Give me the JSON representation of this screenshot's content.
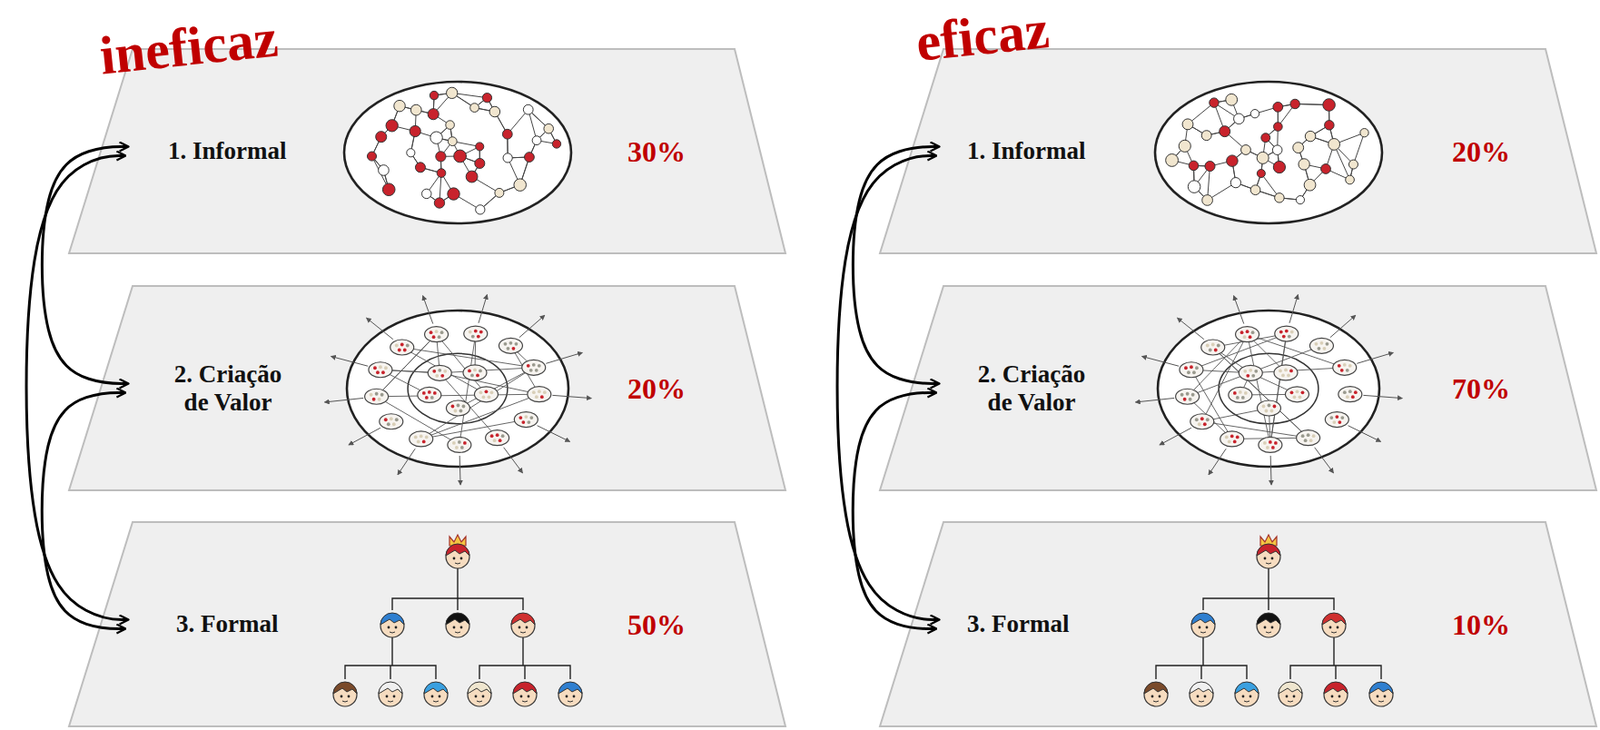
{
  "diagram": {
    "nodes": [
      {
        "text": [
          "1. Informal",
          "30%"
        ]
      },
      {
        "text": [
          "2. Criação de Valor",
          "20%"
        ]
      },
      {
        "text": [
          "3. Formal",
          "50%"
        ]
      },
      {
        "text": [
          "1. Informal",
          "20%"
        ]
      },
      {
        "text": [
          "2. Criação de Valor",
          "70%"
        ]
      },
      {
        "text": [
          "3. Formal",
          "10%"
        ]
      }
    ],
    "edges": [
      {
        "from": 0,
        "to": 1,
        "arrow": "both"
      },
      {
        "from": 0,
        "to": 2,
        "arrow": "both"
      },
      {
        "from": 1,
        "to": 2,
        "arrow": "both"
      },
      {
        "from": 3,
        "to": 4,
        "arrow": "both"
      },
      {
        "from": 3,
        "to": 5,
        "arrow": "both"
      },
      {
        "from": 4,
        "to": 5,
        "arrow": "both"
      }
    ],
    "labels": [
      "ineficaz",
      "eficaz"
    ]
  }
}
